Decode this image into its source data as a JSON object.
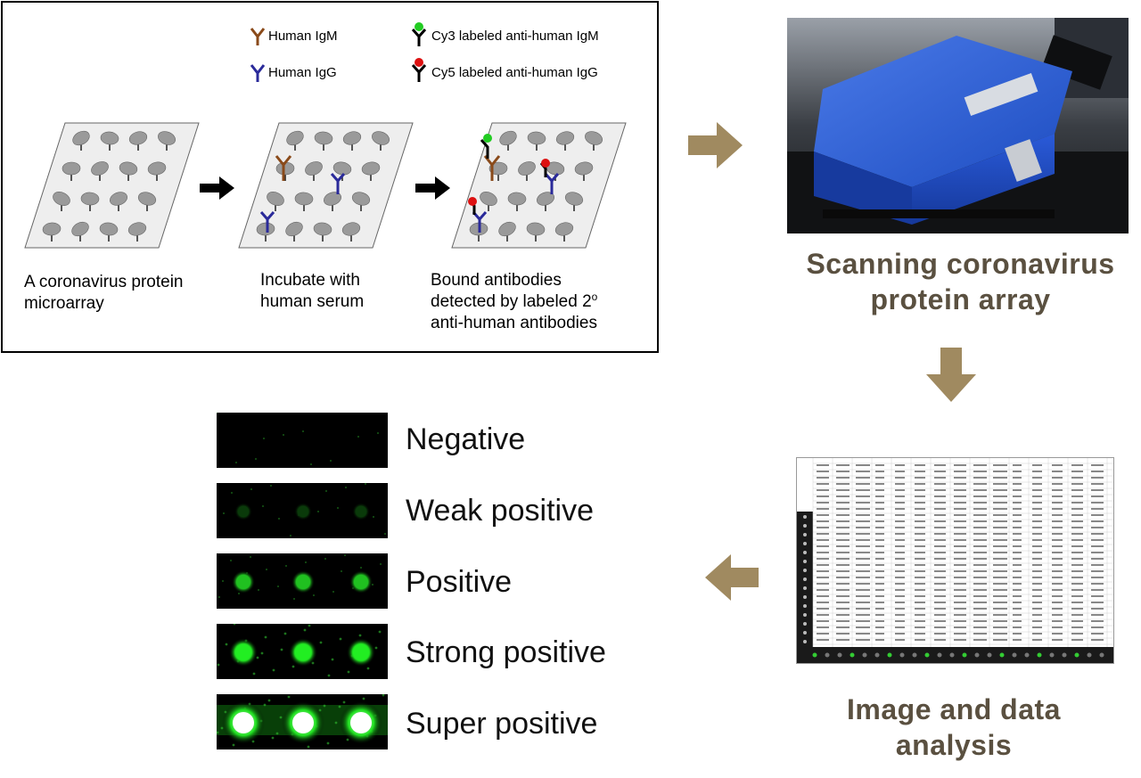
{
  "legend": {
    "human_igm": "Human IgM",
    "human_igg": "Human IgG",
    "cy3": "Cy3 labeled anti-human IgM",
    "cy5": "Cy5 labeled anti-human IgG"
  },
  "steps": [
    {
      "line1": "A coronavirus protein",
      "line2": "microarray"
    },
    {
      "line1": "Incubate with",
      "line2": "human serum"
    },
    {
      "line1": "Bound antibodies",
      "line2a": "detected by labeled 2",
      "sup": "o",
      "line3": "anti-human antibodies"
    }
  ],
  "scanning": {
    "line1": "Scanning coronavirus",
    "line2": "protein array"
  },
  "analysis": {
    "line1": "Image and data",
    "line2": "analysis"
  },
  "results": [
    {
      "label": "Negative"
    },
    {
      "label": "Weak positive"
    },
    {
      "label": "Positive"
    },
    {
      "label": "Strong positive"
    },
    {
      "label": "Super positive"
    }
  ],
  "colors": {
    "igm": "#8a4a1a",
    "igg": "#2a2a9a",
    "cy3": "#22cc22",
    "cy5": "#dd1111",
    "arrow": "#a08a60",
    "scanner": "#2255cc"
  }
}
